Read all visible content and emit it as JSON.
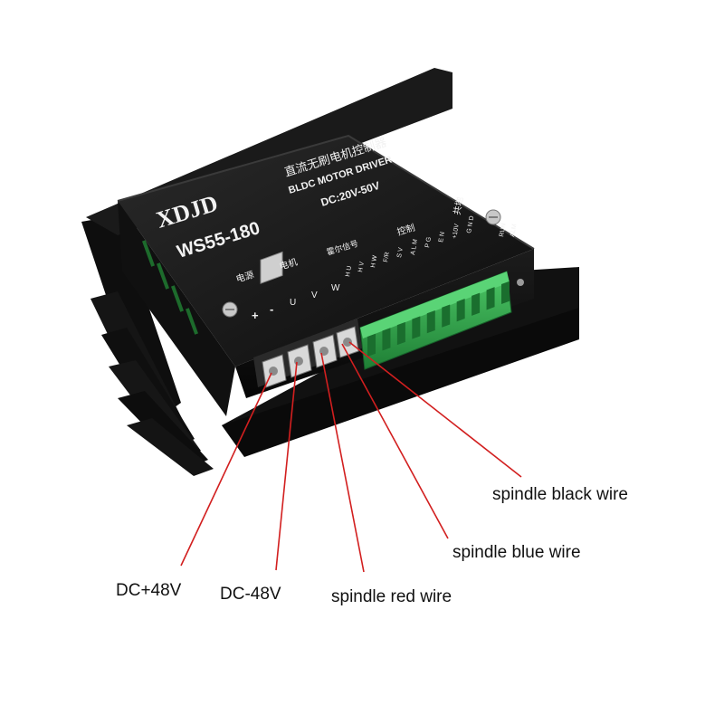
{
  "device": {
    "brand": "XDJD",
    "model": "WS55-180",
    "title_cn": "直流无刷电机控制器",
    "title_en": "BLDC MOTOR DRIVER",
    "voltage": "DC:20V-50V"
  },
  "panel_labels": {
    "power_cn": "电源",
    "motor_cn": "电机",
    "hall_cn": "霍尔信号",
    "control_cn": "控制",
    "common_cn": "共地",
    "power_terminals": [
      "+",
      "-"
    ],
    "motor_terminals": [
      "U",
      "V",
      "W"
    ],
    "hall_terminals": [
      "H U",
      "H V",
      "H W"
    ],
    "control_terminals": [
      "F/R",
      "S V",
      "A L M",
      "P G",
      "E N",
      "+10V",
      "G N D"
    ],
    "indicators": [
      "RUN",
      "ALM"
    ]
  },
  "callouts": {
    "dc_plus": "DC+48V",
    "dc_minus": "DC-48V",
    "spindle_red": "spindle red wire",
    "spindle_blue": "spindle blue wire",
    "spindle_black": "spindle black wire"
  },
  "colors": {
    "leader_line": "#d21f1f",
    "device_body": "#141414",
    "terminal_green": "#2fa84a",
    "label_text": "#f2f2f2"
  }
}
